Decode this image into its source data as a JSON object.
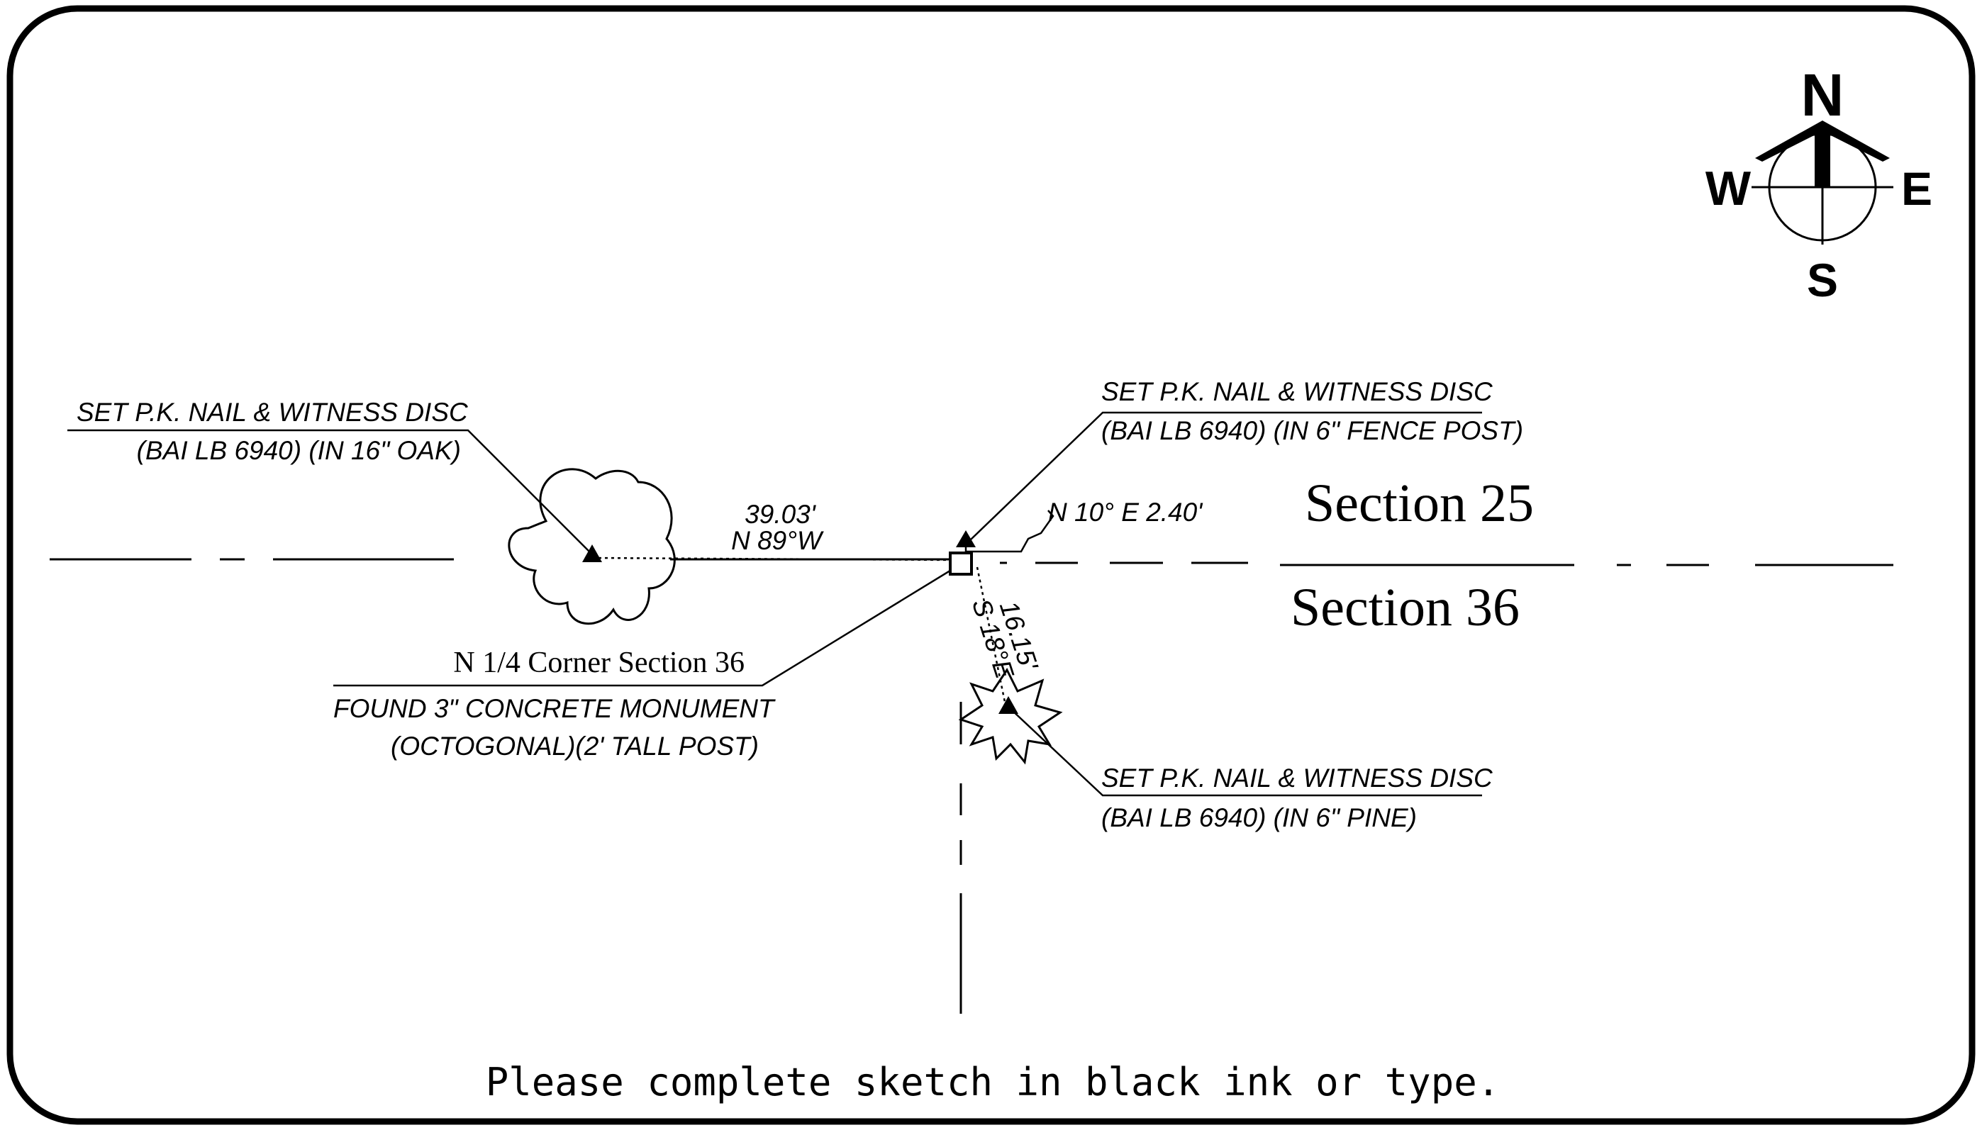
{
  "compass": {
    "north": "N",
    "south": "S",
    "east": "E",
    "west": "W"
  },
  "sections": {
    "north": "Section 25",
    "south": "Section 36"
  },
  "witness_west": {
    "line1": "SET P.K. NAIL & WITNESS DISC",
    "line2": "(BAI LB 6940) (IN 16\" OAK)"
  },
  "witness_ne": {
    "line1": "SET P.K. NAIL & WITNESS DISC",
    "line2": "(BAI LB 6940) (IN 6\" FENCE POST)"
  },
  "witness_se": {
    "line1": "SET P.K. NAIL & WITNESS DISC",
    "line2": "(BAI LB 6940) (IN 6\" PINE)"
  },
  "corner": {
    "title": "N 1/4 Corner Section 36",
    "line1": "FOUND 3\" CONCRETE MONUMENT",
    "line2": "(OCTOGONAL)(2' TALL POST)"
  },
  "ties": {
    "west": {
      "distance": "39.03'",
      "bearing": "N 89°W"
    },
    "ne": {
      "label": "N 10° E 2.40'"
    },
    "se": {
      "distance": "16.15'",
      "bearing": "S 18°E"
    }
  },
  "footer": {
    "instruction": "Please complete sketch in black ink or type."
  },
  "colors": {
    "ink": "#000000",
    "paper": "#ffffff"
  },
  "icons": {
    "compass": "north-arrow-compass",
    "tree_west": "oak-tree-symbol",
    "tree_se": "pine-tree-symbol",
    "monument": "square-monument-symbol",
    "witness": "triangle-witness-symbol"
  }
}
